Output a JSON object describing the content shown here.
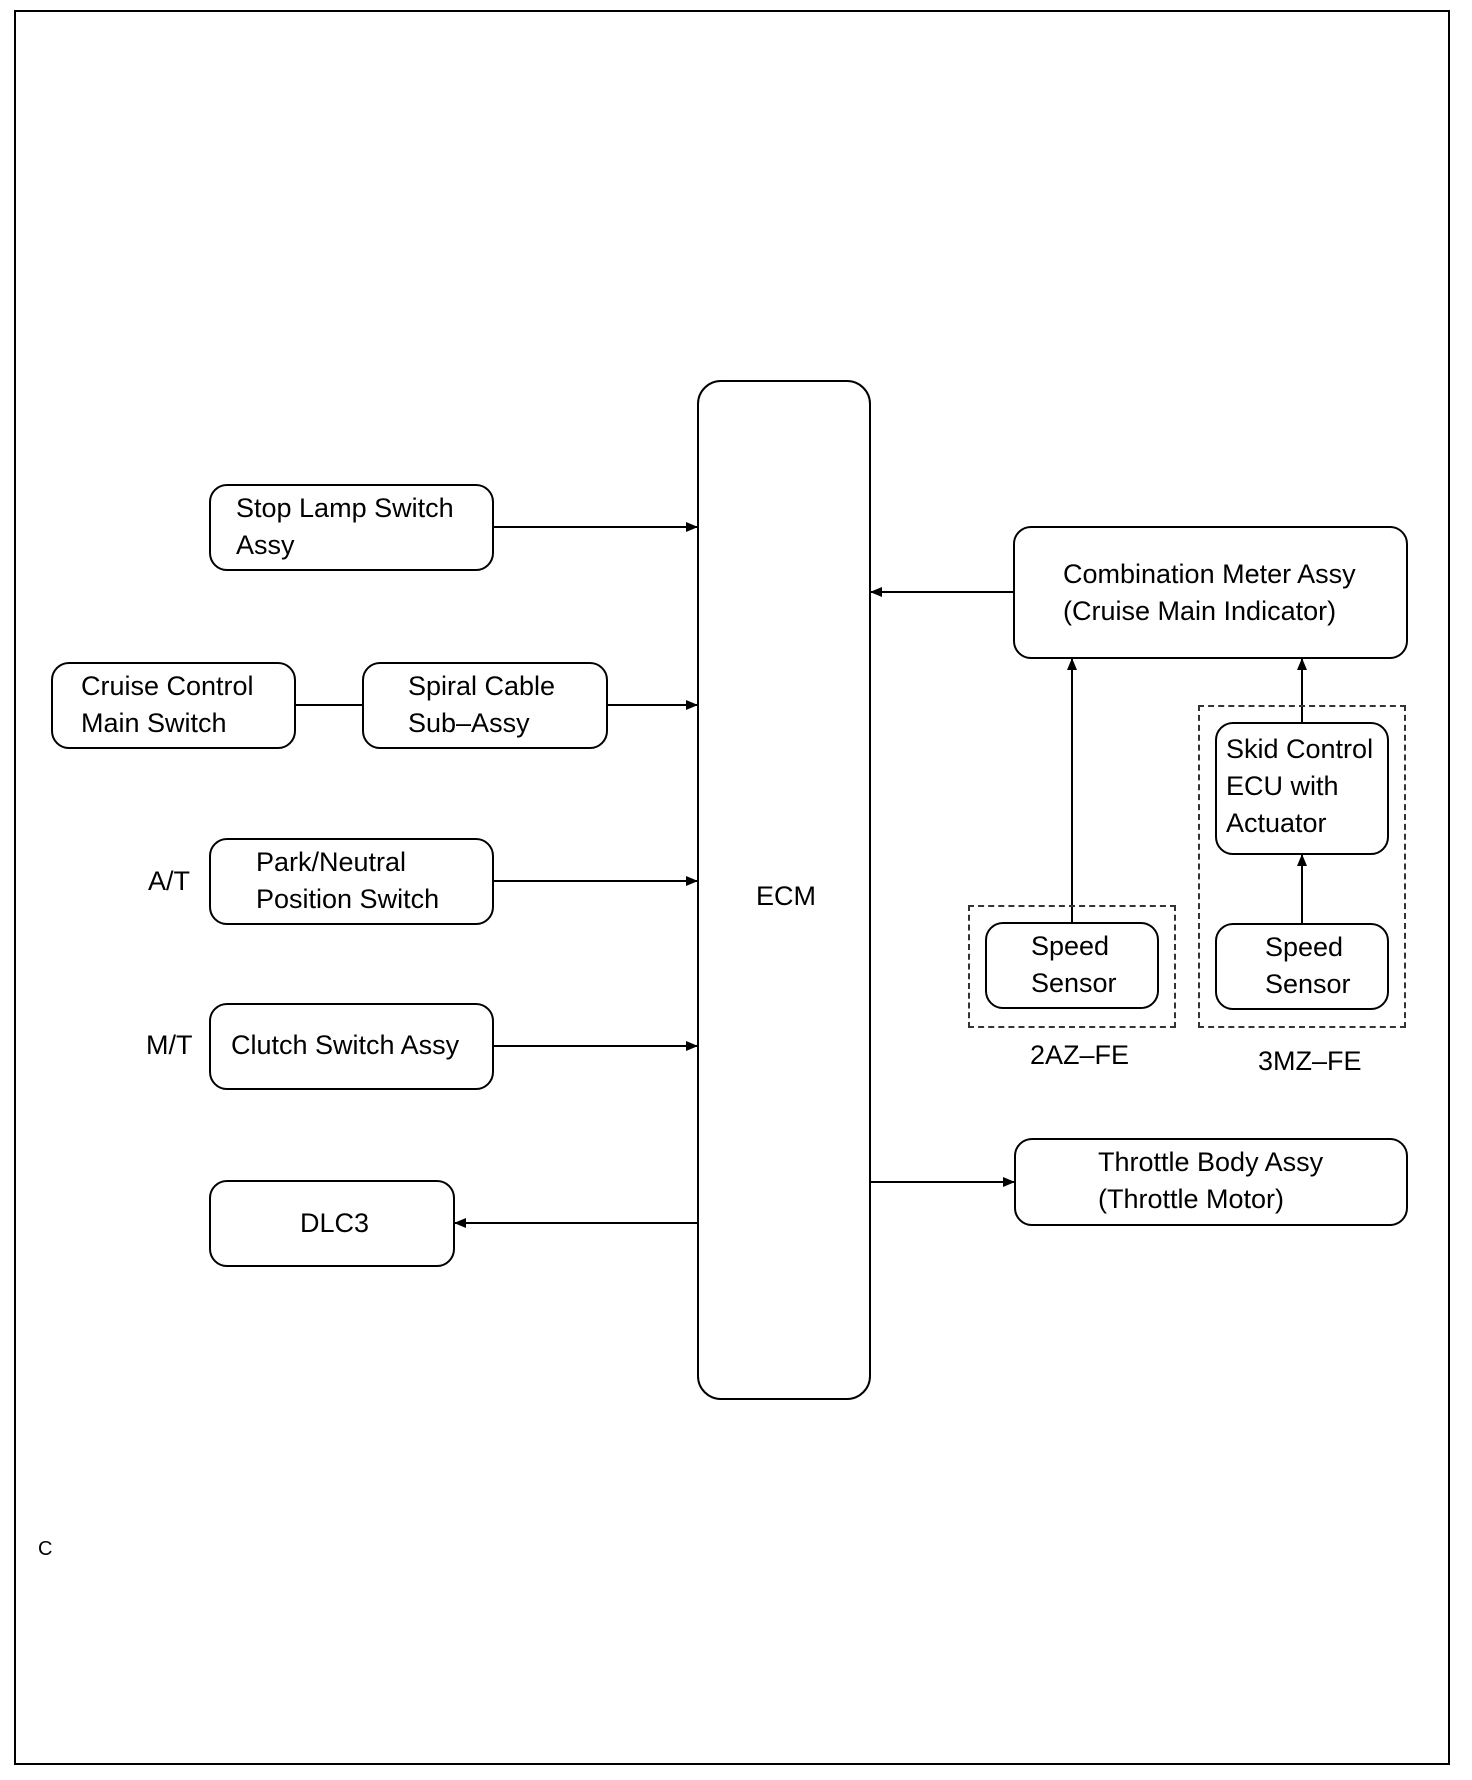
{
  "diagram": {
    "ecm": "ECM",
    "stop_lamp": {
      "line1": "Stop Lamp Switch",
      "line2": "Assy"
    },
    "cruise_main": {
      "line1": "Cruise Control",
      "line2": "Main Switch"
    },
    "spiral_cable": {
      "line1": "Spiral Cable",
      "line2": "Sub–Assy"
    },
    "park_neutral": {
      "line1": "Park/Neutral",
      "line2": "Position Switch",
      "tag": "A/T"
    },
    "clutch": {
      "line1": "Clutch Switch Assy",
      "tag": "M/T"
    },
    "dlc3": "DLC3",
    "combination_meter": {
      "line1": "Combination Meter Assy",
      "line2": "(Cruise Main Indicator)"
    },
    "skid_control": {
      "line1": "Skid Control",
      "line2": "ECU with",
      "line3": "Actuator"
    },
    "speed_sensor_2az": {
      "line1": "Speed",
      "line2": "Sensor"
    },
    "speed_sensor_3mz": {
      "line1": "Speed",
      "line2": "Sensor"
    },
    "engine_2az": "2AZ–FE",
    "engine_3mz": "3MZ–FE",
    "throttle_body": {
      "line1": "Throttle Body Assy",
      "line2": "(Throttle Motor)"
    },
    "corner_mark": "C"
  }
}
